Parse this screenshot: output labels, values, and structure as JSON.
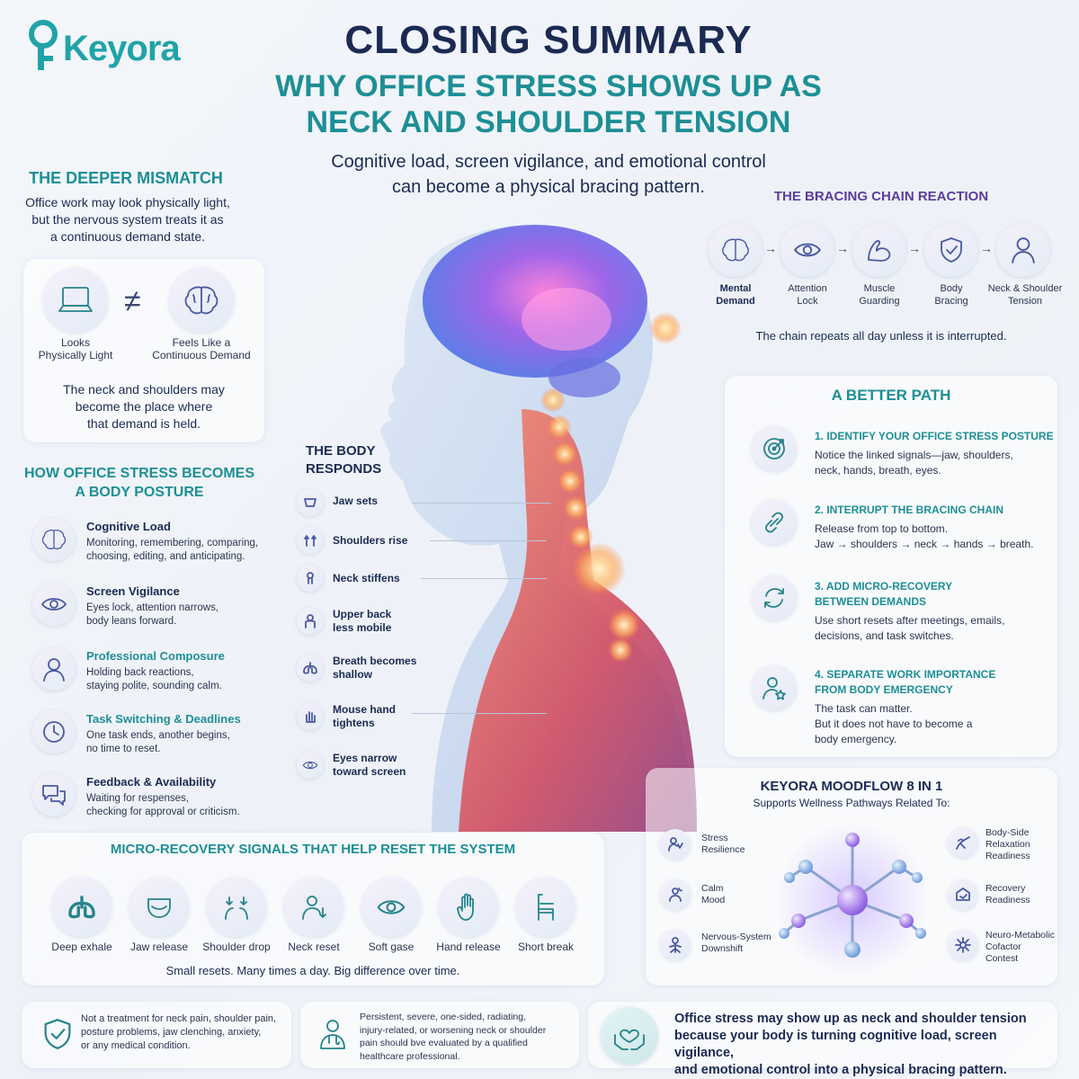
{
  "logo": {
    "text": "Keyora"
  },
  "header": {
    "title": "CLOSING SUMMARY",
    "subtitle_line1": "WHY OFFICE STRESS SHOWS UP AS",
    "subtitle_line2": "NECK AND SHOULDER TENSION",
    "tagline_line1": "Cognitive load, screen vigilance, and emotional control",
    "tagline_line2": "can become a physical bracing pattern."
  },
  "mismatch": {
    "title": "THE DEEPER MISMATCH",
    "text_line1": "Office work may look physically light,",
    "text_line2": "but the nervous system treats it as",
    "text_line3": "a continuous demand state.",
    "left_label_1": "Looks",
    "left_label_2": "Physically Light",
    "neq": "≠",
    "right_label_1": "Feels Like a",
    "right_label_2": "Continuous Demand",
    "note_line1": "The neck and shoulders may",
    "note_line2": "become the place where",
    "note_line3": "that demand is held."
  },
  "posture": {
    "title_line1": "HOW OFFICE STRESS BECOMES",
    "title_line2": "A BODY POSTURE",
    "items": [
      {
        "title": "Cognitive Load",
        "line1": "Monitoring, remembering, comparing,",
        "line2": "choosing, editing, and anticipating.",
        "icon": "brain-icon"
      },
      {
        "title": "Screen Vigilance",
        "line1": "Eyes lock, attention narrows,",
        "line2": "body leans forward.",
        "icon": "eye-icon"
      },
      {
        "title": "Professional Composure",
        "line1": "Holding back reactions,",
        "line2": "staying polite, sounding calm.",
        "icon": "person-icon"
      },
      {
        "title": "Task Switching & Deadlines",
        "line1": "One task ends, another begins,",
        "line2": "no time to reset.",
        "icon": "clock-icon"
      },
      {
        "title": "Feedback & Availability",
        "line1": "Waiting for respenses,",
        "line2": "checking for approval or criticism.",
        "icon": "chat-icon"
      }
    ]
  },
  "body_responds": {
    "title_line1": "THE BODY",
    "title_line2": "RESPONDS",
    "items": [
      {
        "line1": "Jaw sets",
        "line2": ""
      },
      {
        "line1": "Shoulders rise",
        "line2": ""
      },
      {
        "line1": "Neck stiffens",
        "line2": ""
      },
      {
        "line1": "Upper back",
        "line2": "less mobile"
      },
      {
        "line1": "Breath becomes",
        "line2": "shallow"
      },
      {
        "line1": "Mouse hand",
        "line2": "tightens"
      },
      {
        "line1": "Eyes narrow",
        "line2": "toward screen"
      }
    ]
  },
  "chain": {
    "title": "THE BRACING CHAIN REACTION",
    "steps": [
      {
        "line1": "Mental",
        "line2": "Demand"
      },
      {
        "line1": "Attention",
        "line2": "Lock"
      },
      {
        "line1": "Muscle",
        "line2": "Guarding"
      },
      {
        "line1": "Body",
        "line2": "Bracing"
      },
      {
        "line1": "Neck & Shoulder",
        "line2": "Tension"
      }
    ],
    "note": "The chain repeats all day unless it is interrupted."
  },
  "better_path": {
    "title": "A BETTER PATH",
    "items": [
      {
        "title1": "1. IDENTIFY YOUR OFFICE STRESS POSTURE",
        "title2": "",
        "line1": "Notice the linked signals—jaw, shoulders,",
        "line2": "neck, hands, breath, eyes.",
        "line3": ""
      },
      {
        "title1": "2. INTERRUPT THE BRACING CHAIN",
        "title2": "",
        "line1": "Release from top to bottom.",
        "line2": "Jaw → shoulders → neck → hands → breath.",
        "line3": ""
      },
      {
        "title1": "3. ADD MICRO-RECOVERY",
        "title2": "BETWEEN DEMANDS",
        "line1": "Use short resets after meetings, emails,",
        "line2": "decisions, and task switches.",
        "line3": ""
      },
      {
        "title1": "4. SEPARATE WORK IMPORTANCE",
        "title2": "FROM BODY EMERGENCY",
        "line1": "The task can matter.",
        "line2": "But it does not have to become a",
        "line3": "body emergency."
      }
    ]
  },
  "moodflow": {
    "title": "KEYORA MOODFLOW 8 IN 1",
    "subtitle": "Supports Wellness Pathways Related To:",
    "left": [
      {
        "line1": "Stress",
        "line2": "Resilience",
        "line3": ""
      },
      {
        "line1": "Calm",
        "line2": "Mood",
        "line3": ""
      },
      {
        "line1": "Nervous-System",
        "line2": "Downshift",
        "line3": ""
      }
    ],
    "right": [
      {
        "line1": "Body-Side",
        "line2": "Relaxation",
        "line3": "Readiness"
      },
      {
        "line1": "Recovery",
        "line2": "Readiness",
        "line3": ""
      },
      {
        "line1": "Neuro-Metabolic",
        "line2": "Cofactor",
        "line3": "Contest"
      }
    ]
  },
  "micro": {
    "title": "MICRO-RECOVERY SIGNALS THAT HELP RESET THE SYSTEM",
    "items": [
      "Deep exhale",
      "Jaw release",
      "Shoulder drop",
      "Neck reset",
      "Soft gase",
      "Hand release",
      "Short break"
    ],
    "footer": "Small resets. Many times a day. Big difference over time."
  },
  "disclaimer": {
    "left_line1": "Not a treatment for neck pain, shoulder pain,",
    "left_line2": "posture problems, jaw clenching, anxiety,",
    "left_line3": "or any medical condition.",
    "mid_line1": "Persistent, severe, one-sided, radiating,",
    "mid_line2": "injury-related, or worsening neck or shoulder",
    "mid_line3": "pain should bve evaluated by a qualified",
    "mid_line4": "healthcare professional."
  },
  "closing": {
    "line1": "Office stress may show up as neck and shoulder tension",
    "line2": "because your body is turning cognitive load, screen vigilance,",
    "line3": "and emotional control into a physical bracing pattern."
  },
  "colors": {
    "navy": "#1b2a52",
    "teal": "#1d8f95",
    "purple": "#5b3d9e"
  }
}
